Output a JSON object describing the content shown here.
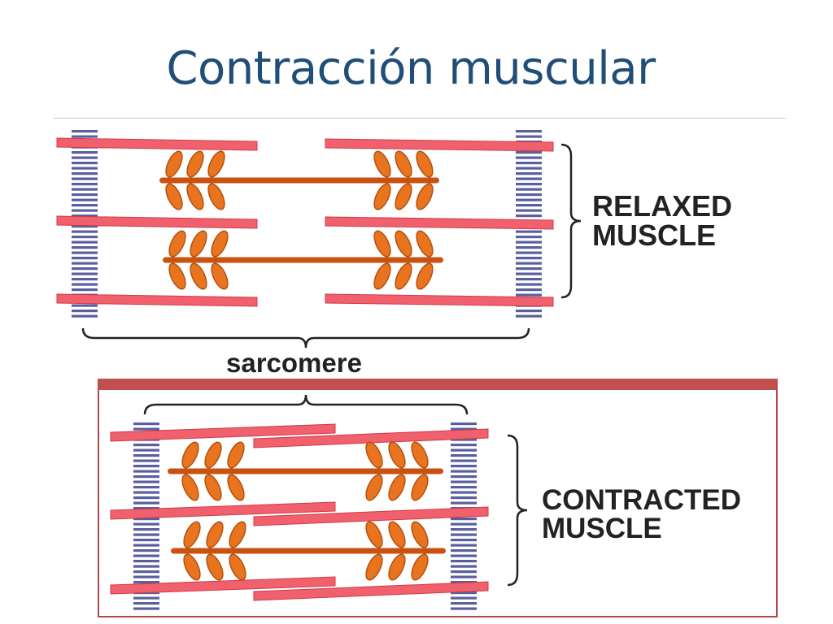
{
  "slide": {
    "title": "Contracción muscular"
  },
  "diagram": {
    "relaxed_label": "RELAXED\nMUSCLE",
    "contracted_label": "CONTRACTED\nMUSCLE",
    "sarcomere_label": "sarcomere",
    "colors": {
      "actin": "#f0616d",
      "actin_dark": "#d13a47",
      "myosin_head": "#e8741f",
      "myosin_head_edge": "#b4500d",
      "myosin_rod": "#c8520f",
      "z_disc": "#5a5fa0",
      "brace": "#222222",
      "frame": "#c0504d",
      "title": "#1f4e79"
    }
  }
}
